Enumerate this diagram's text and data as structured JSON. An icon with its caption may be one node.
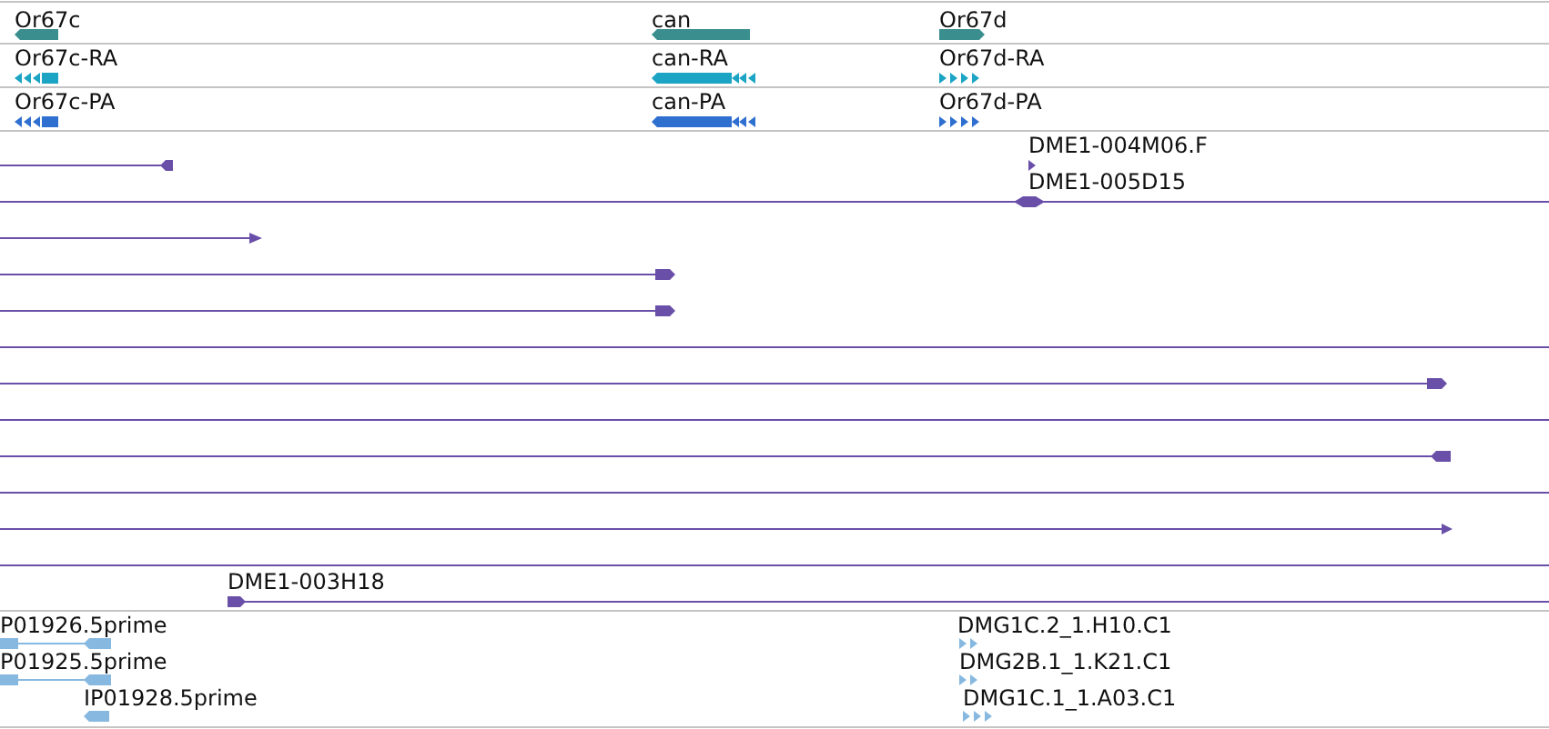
{
  "diagram": {
    "labels": [
      "Or67c",
      "can",
      "Or67d",
      "Or67c-RA",
      "can-RA",
      "Or67d-RA",
      "Or67c-PA",
      "can-PA",
      "Or67d-PA",
      "DME1-004M06.F",
      "DME1-005D15",
      "DME1-003H18",
      "P01926.5prime",
      "DMG1C.2_1.H10.C1",
      "P01925.5prime",
      "DMG2B.1_1.K21.C1",
      "IP01928.5prime",
      "DMG1C.1_1.A03.C1"
    ]
  }
}
